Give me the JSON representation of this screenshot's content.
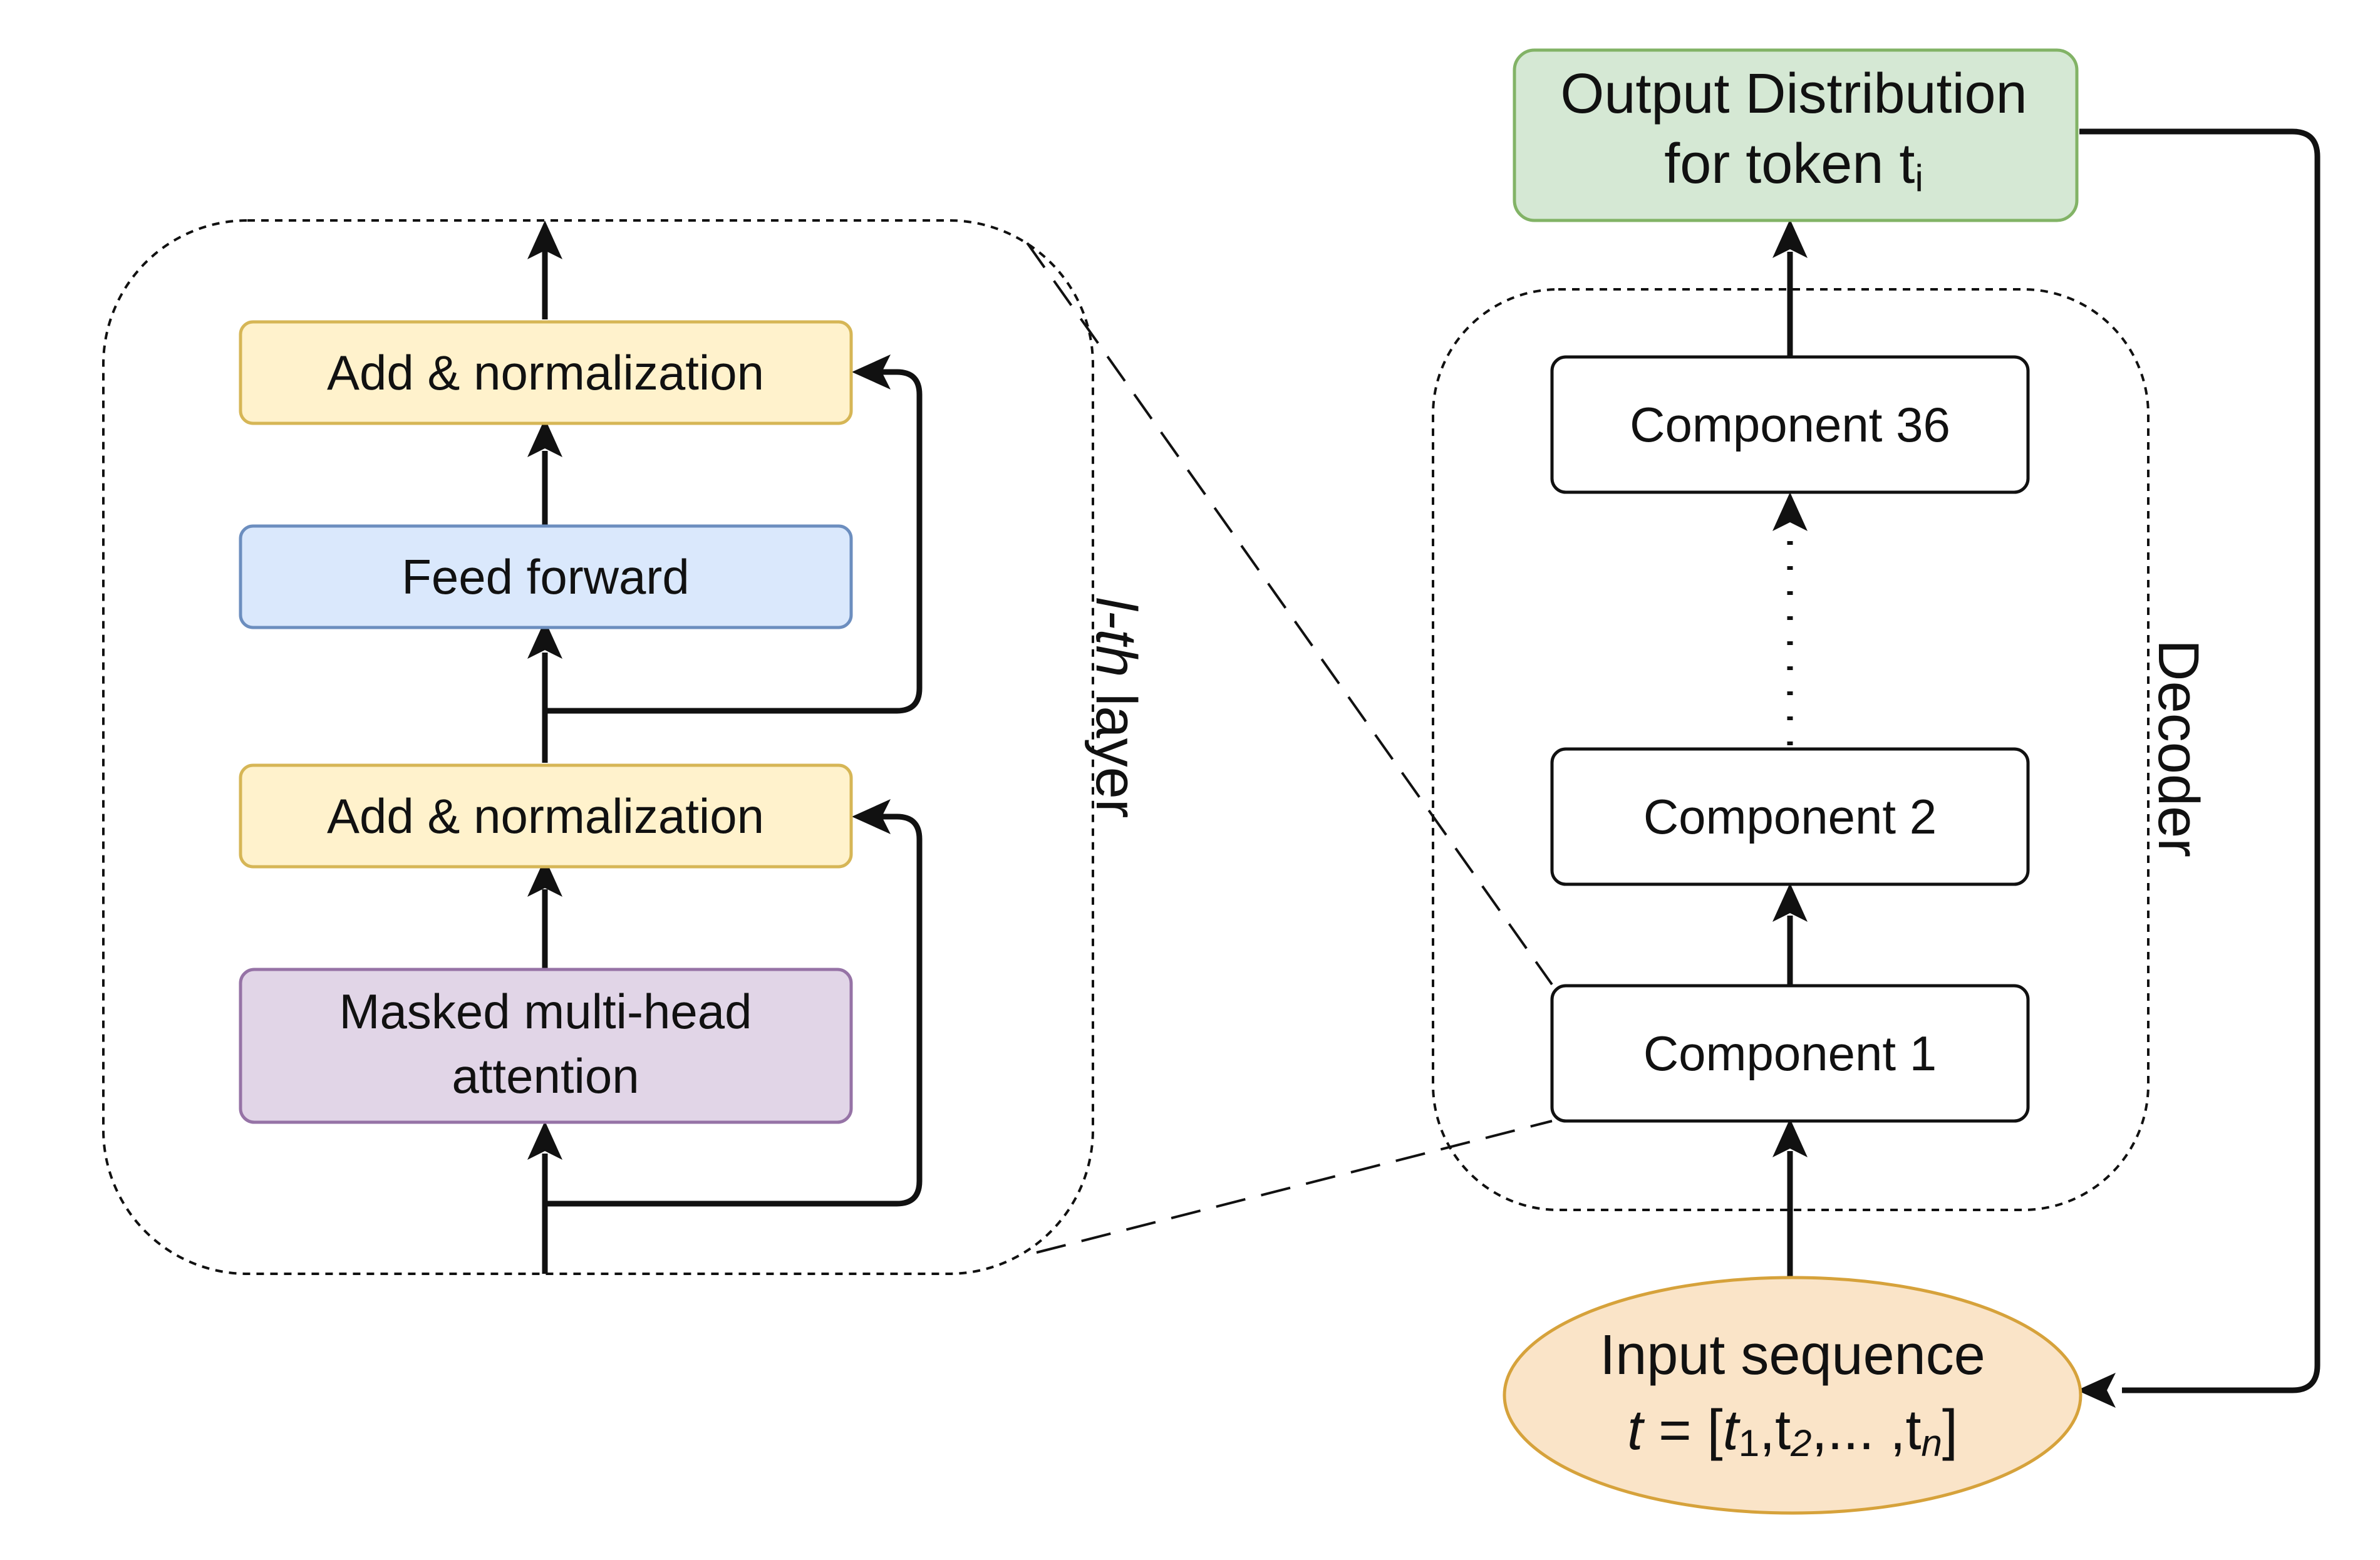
{
  "layer_panel": {
    "label_italic": "l-th",
    "label_rest": " layer",
    "blocks": {
      "add_norm_top": "Add & normalization",
      "feed_forward": "Feed forward",
      "add_norm_bottom": "Add & normalization",
      "attention_line1": "Masked multi-head",
      "attention_line2": "attention"
    }
  },
  "decoder_panel": {
    "label": "Decoder",
    "components": {
      "top": "Component 36",
      "middle": "Component 2",
      "bottom": "Component 1"
    },
    "ellipsis": "⋮"
  },
  "output": {
    "line1": "Output Distribution",
    "line2_prefix": "for token t",
    "line2_subscript": "i"
  },
  "input": {
    "line1": "Input sequence",
    "formula": {
      "t": "t",
      "eq": " = [",
      "t1": "t",
      "s1": "1",
      "t2": ",t",
      "s2": "2",
      "dots": ",... ,t",
      "sn": "n",
      "close": "]"
    }
  },
  "colors": {
    "add_norm_fill": "#fff2cc",
    "add_norm_stroke": "#d6b656",
    "feed_forward_fill": "#dae8fc",
    "feed_forward_stroke": "#6c8ebf",
    "attention_fill": "#e1d5e7",
    "attention_stroke": "#9673a6",
    "output_fill": "#d5e8d4",
    "output_stroke": "#82b366",
    "input_fill": "#fae4c8",
    "input_stroke": "#d6a23b"
  }
}
